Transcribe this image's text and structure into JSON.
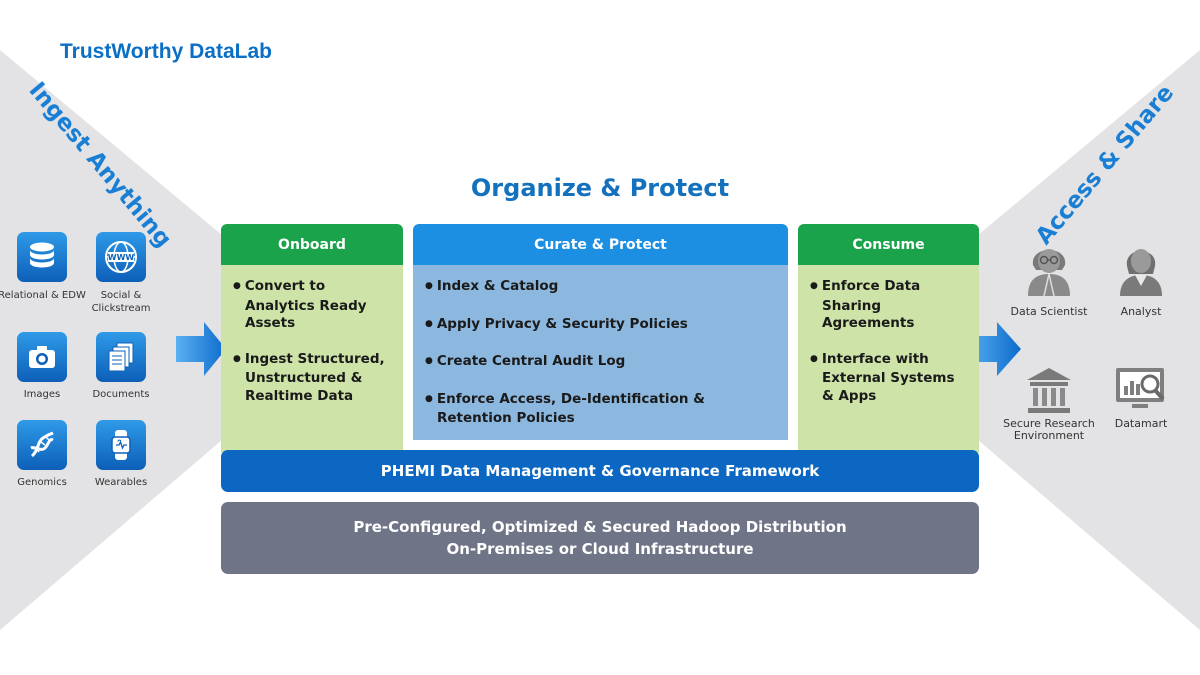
{
  "brand": "TrustWorthy DataLab",
  "left_title": "Ingest Anything",
  "right_title": "Access & Share",
  "center_title": "Organize & Protect",
  "sources": [
    {
      "label": "Relational & EDW",
      "icon": "database-icon"
    },
    {
      "label": "Social & Clickstream",
      "icon": "globe-www-icon"
    },
    {
      "label": "Images",
      "icon": "camera-icon"
    },
    {
      "label": "Documents",
      "icon": "documents-icon"
    },
    {
      "label": "Genomics",
      "icon": "dna-icon"
    },
    {
      "label": "Wearables",
      "icon": "smartwatch-icon"
    }
  ],
  "columns": [
    {
      "title": "Onboard",
      "header_color": "#1aa34a",
      "items": [
        "Convert to Analytics Ready Assets",
        "Ingest Structured, Unstructured & Realtime Data"
      ]
    },
    {
      "title": "Curate & Protect",
      "header_color": "#1c8fe3",
      "items": [
        "Index & Catalog",
        "Apply Privacy & Security Policies",
        "Create Central Audit Log",
        "Enforce Access, De-Identification & Retention Policies"
      ]
    },
    {
      "title": "Consume",
      "header_color": "#1aa34a",
      "items": [
        "Enforce Data Sharing Agreements",
        "Interface with External Systems & Apps"
      ]
    }
  ],
  "framework_bar": "PHEMI Data Management & Governance Framework",
  "infra_bar": {
    "line1": "Pre-Configured, Optimized & Secured Hadoop Distribution",
    "line2": "On-Premises or Cloud Infrastructure"
  },
  "consumers": [
    {
      "label": "Data Scientist",
      "icon": "data-scientist-icon"
    },
    {
      "label": "Analyst",
      "icon": "analyst-icon"
    },
    {
      "label": "Secure Research Environment",
      "icon": "institution-icon"
    },
    {
      "label": "Datamart",
      "icon": "datamart-icon"
    }
  ],
  "colors": {
    "accent_blue": "#0b6fc6",
    "green": "#1aa34a",
    "light_green": "#cde3a8",
    "light_blue": "#8cb7de",
    "framework_blue": "#0b67c2",
    "infra_gray": "#6f7587",
    "side_gray": "#e3e3e5"
  }
}
